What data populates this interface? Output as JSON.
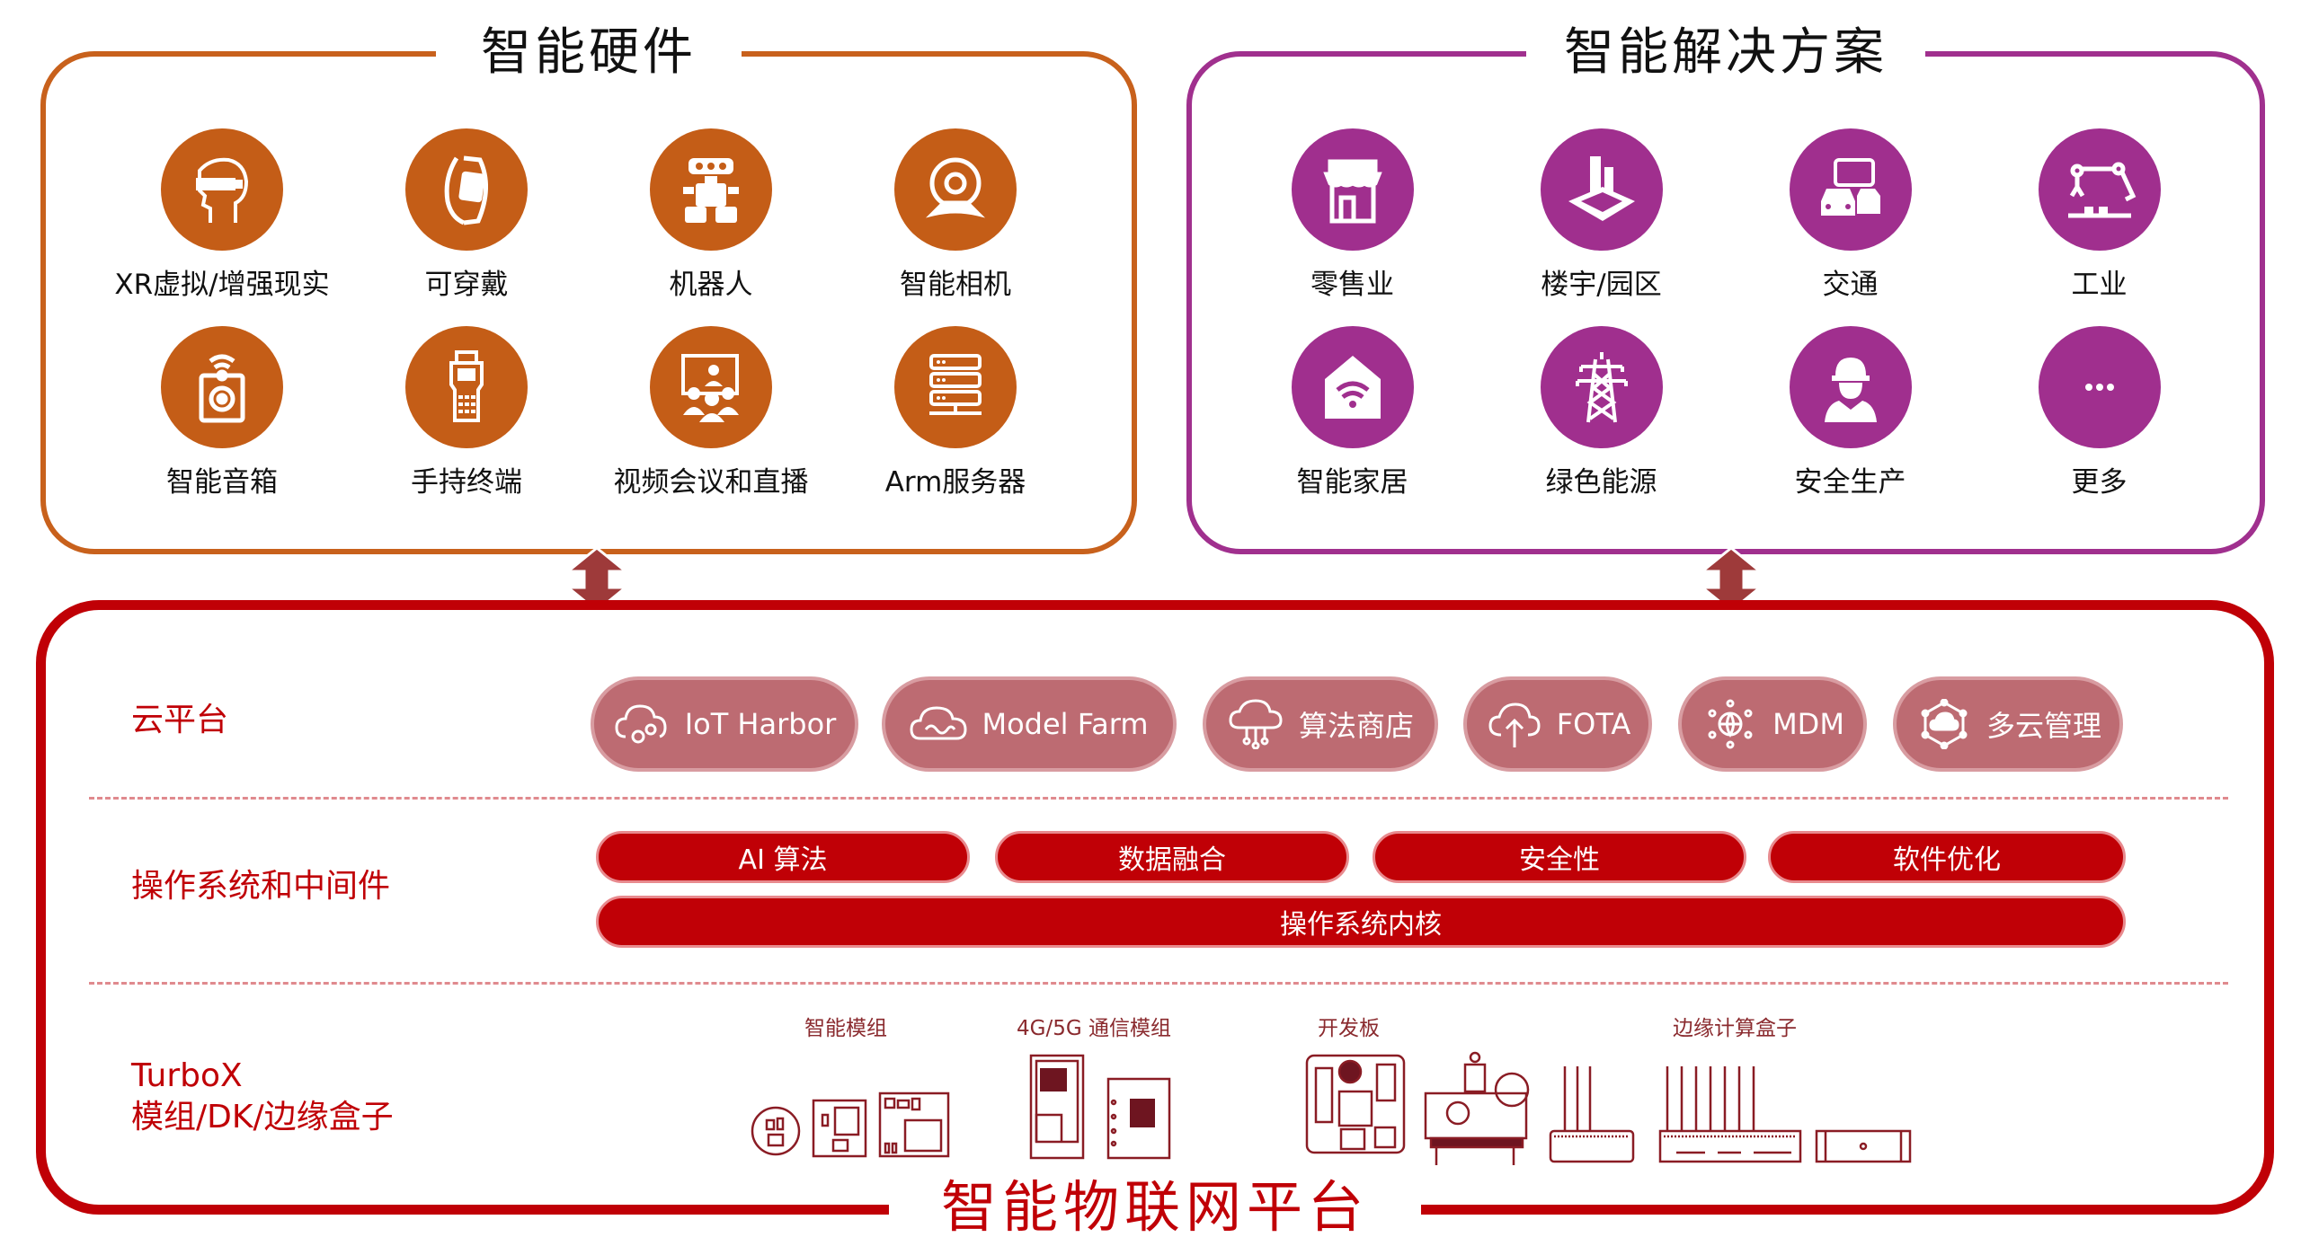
{
  "hardware_panel": {
    "title": "智能硬件",
    "accent_color": "#c45d17",
    "items": [
      {
        "label": "XR虚拟/增强现实",
        "icon": "vr-headset-icon"
      },
      {
        "label": "可穿戴",
        "icon": "smartwatch-icon"
      },
      {
        "label": "机器人",
        "icon": "robot-icon"
      },
      {
        "label": "智能相机",
        "icon": "webcam-icon"
      },
      {
        "label": "智能音箱",
        "icon": "smart-speaker-icon"
      },
      {
        "label": "手持终端",
        "icon": "handheld-terminal-icon"
      },
      {
        "label": "视频会议和直播",
        "icon": "video-conference-icon"
      },
      {
        "label": "Arm服务器",
        "icon": "server-rack-icon"
      }
    ]
  },
  "solutions_panel": {
    "title": "智能解决方案",
    "accent_color": "#a02f8e",
    "items": [
      {
        "label": "零售业",
        "icon": "storefront-icon"
      },
      {
        "label": "楼宇/园区",
        "icon": "buildings-icon"
      },
      {
        "label": "交通",
        "icon": "traffic-icon"
      },
      {
        "label": "工业",
        "icon": "robot-arm-icon"
      },
      {
        "label": "智能家居",
        "icon": "smart-home-icon"
      },
      {
        "label": "绿色能源",
        "icon": "power-tower-icon"
      },
      {
        "label": "安全生产",
        "icon": "hardhat-worker-icon"
      },
      {
        "label": "更多",
        "icon": "more-dots-icon",
        "glyph": "···"
      }
    ]
  },
  "platform": {
    "title": "智能物联网平台",
    "accent_color": "#c00006",
    "layers": {
      "cloud": {
        "label": "云平台",
        "items": [
          {
            "label": "IoT Harbor",
            "icon": "cloud-gears-icon"
          },
          {
            "label": "Model Farm",
            "icon": "cloud-brain-icon"
          },
          {
            "label": "算法商店",
            "icon": "cloud-network-icon"
          },
          {
            "label": "FOTA",
            "icon": "cloud-upload-icon"
          },
          {
            "label": "MDM",
            "icon": "globe-network-icon"
          },
          {
            "label": "多云管理",
            "icon": "multi-cloud-icon"
          }
        ]
      },
      "os": {
        "label": "操作系统和中间件",
        "top_items": [
          "AI 算法",
          "数据融合",
          "安全性",
          "软件优化"
        ],
        "kernel": "操作系统内核"
      },
      "turbox": {
        "label_line1": "TurboX",
        "label_line2": "模组/DK/边缘盒子",
        "categories": [
          "智能模组",
          "4G/5G 通信模组",
          "开发板",
          "边缘计算盒子"
        ]
      }
    }
  }
}
